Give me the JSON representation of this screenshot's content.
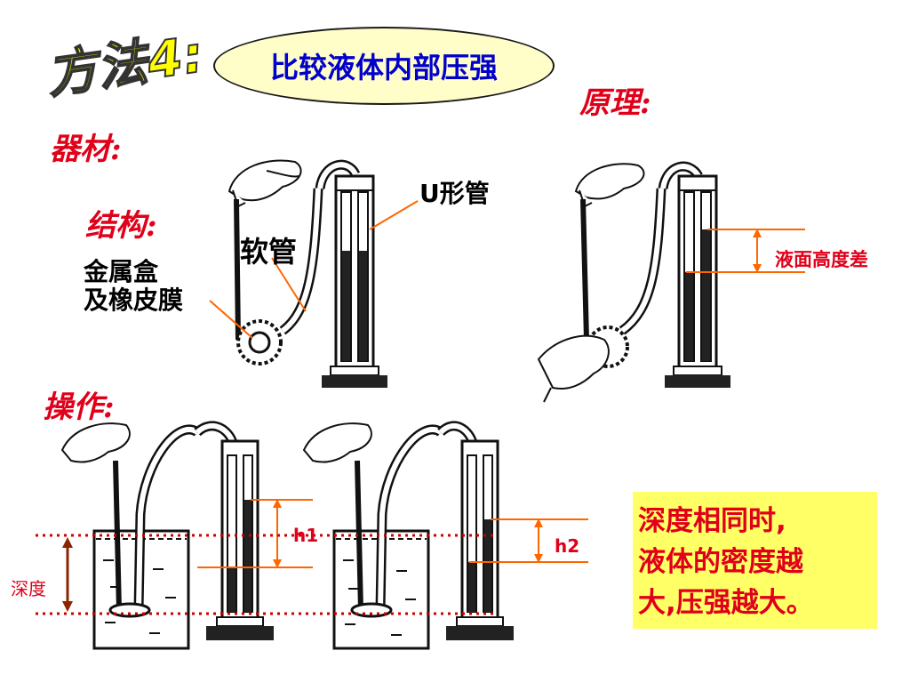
{
  "slide": {
    "method_title": "方法4:",
    "topic": "比较液体内部压强",
    "principle_heading": "原理:",
    "equipment_heading": "器材:",
    "structure_heading": "结构:",
    "operation_heading": "操作:"
  },
  "labels": {
    "u_tube": "U形管",
    "hose": "软管",
    "metal_box_line1": "金属盒",
    "metal_box_line2": "及橡皮膜",
    "height_difference": "液面高度差",
    "h1": "h1",
    "h2": "h2",
    "depth": "深度"
  },
  "conclusion": {
    "line1": "深度相同时,",
    "line2": "液体的密度越",
    "line3": "大,压强越大。"
  },
  "colors": {
    "accent_red": "#e0001a",
    "label_orange": "#ff6600",
    "topic_blue": "#0000cc",
    "highlight_yellow": "#ffff66",
    "title_yellow": "#ffff00",
    "dotted_red": "#cc0000",
    "depth_arrow": "#8b2500"
  }
}
